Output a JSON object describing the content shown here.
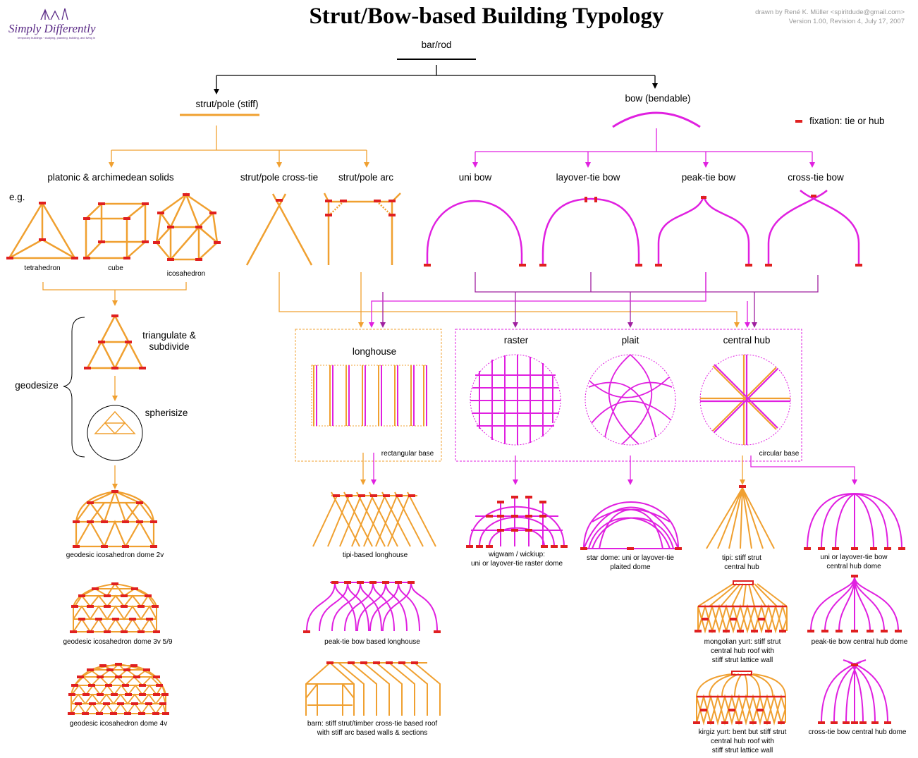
{
  "title": "Strut/Bow-based Building Typology",
  "credit": {
    "line1": "drawn by René K. Müller <spiritdude@gmail.com>",
    "line2": "Version 1.00, Revision 4, July 17, 2007"
  },
  "logo": {
    "name": "Simply Differently",
    "tagline": "temporary buildings · studying, planning, building, and living in"
  },
  "colors": {
    "strut": "#f0a030",
    "bow": "#e020e0",
    "bow_dark": "#a020a0",
    "fixation": "#e02020",
    "line": "#000000"
  },
  "legend": {
    "fixation": "fixation: tie or hub"
  },
  "root": "bar/rod",
  "strut": {
    "label": "strut/pole (stiff)",
    "platonic": "platonic & archimedean solids",
    "eg": "e.g.",
    "crosstie": "strut/pole cross-tie",
    "arc": "strut/pole arc",
    "tetrahedron": "tetrahedron",
    "cube": "cube",
    "icosahedron": "icosahedron"
  },
  "bow": {
    "label": "bow (bendable)",
    "uni": "uni bow",
    "layover": "layover-tie bow",
    "peak": "peak-tie bow",
    "cross": "cross-tie bow"
  },
  "geo": {
    "geodesize": "geodesize",
    "triangulate1": "triangulate &",
    "triangulate2": "subdivide",
    "spherisize": "spherisize",
    "dome2v": "geodesic icosahedron dome 2v",
    "dome3v": "geodesic icosahedron dome 3v 5/9",
    "dome4v": "geodesic icosahedron dome 4v"
  },
  "bases": {
    "longhouse": "longhouse",
    "raster": "raster",
    "plait": "plait",
    "hub": "central hub",
    "rect": "rectangular base",
    "circ": "circular base"
  },
  "results": {
    "tipi_longhouse": "tipi-based longhouse",
    "peak_longhouse": "peak-tie bow based longhouse",
    "barn1": "barn: stiff strut/timber cross-tie based roof",
    "barn2": "with stiff arc based walls & sections",
    "wigwam1": "wigwam / wickiup:",
    "wigwam2": "uni or layover-tie raster dome",
    "star1": "star dome: uni or layover-tie",
    "star2": "plaited dome",
    "tipi1": "tipi: stiff strut",
    "tipi2": "central hub",
    "uni_hub1": "uni or layover-tie bow",
    "uni_hub2": "central hub dome",
    "mongol1": "mongolian yurt: stiff strut",
    "mongol2": "central hub roof with",
    "mongol3": "stiff strut lattice wall",
    "peak_hub": "peak-tie bow central hub dome",
    "kirgiz1": "kirgiz yurt: bent but stiff strut",
    "kirgiz2": "central hub roof with",
    "kirgiz3": "stiff strut lattice wall",
    "cross_hub": "cross-tie bow central hub dome"
  }
}
